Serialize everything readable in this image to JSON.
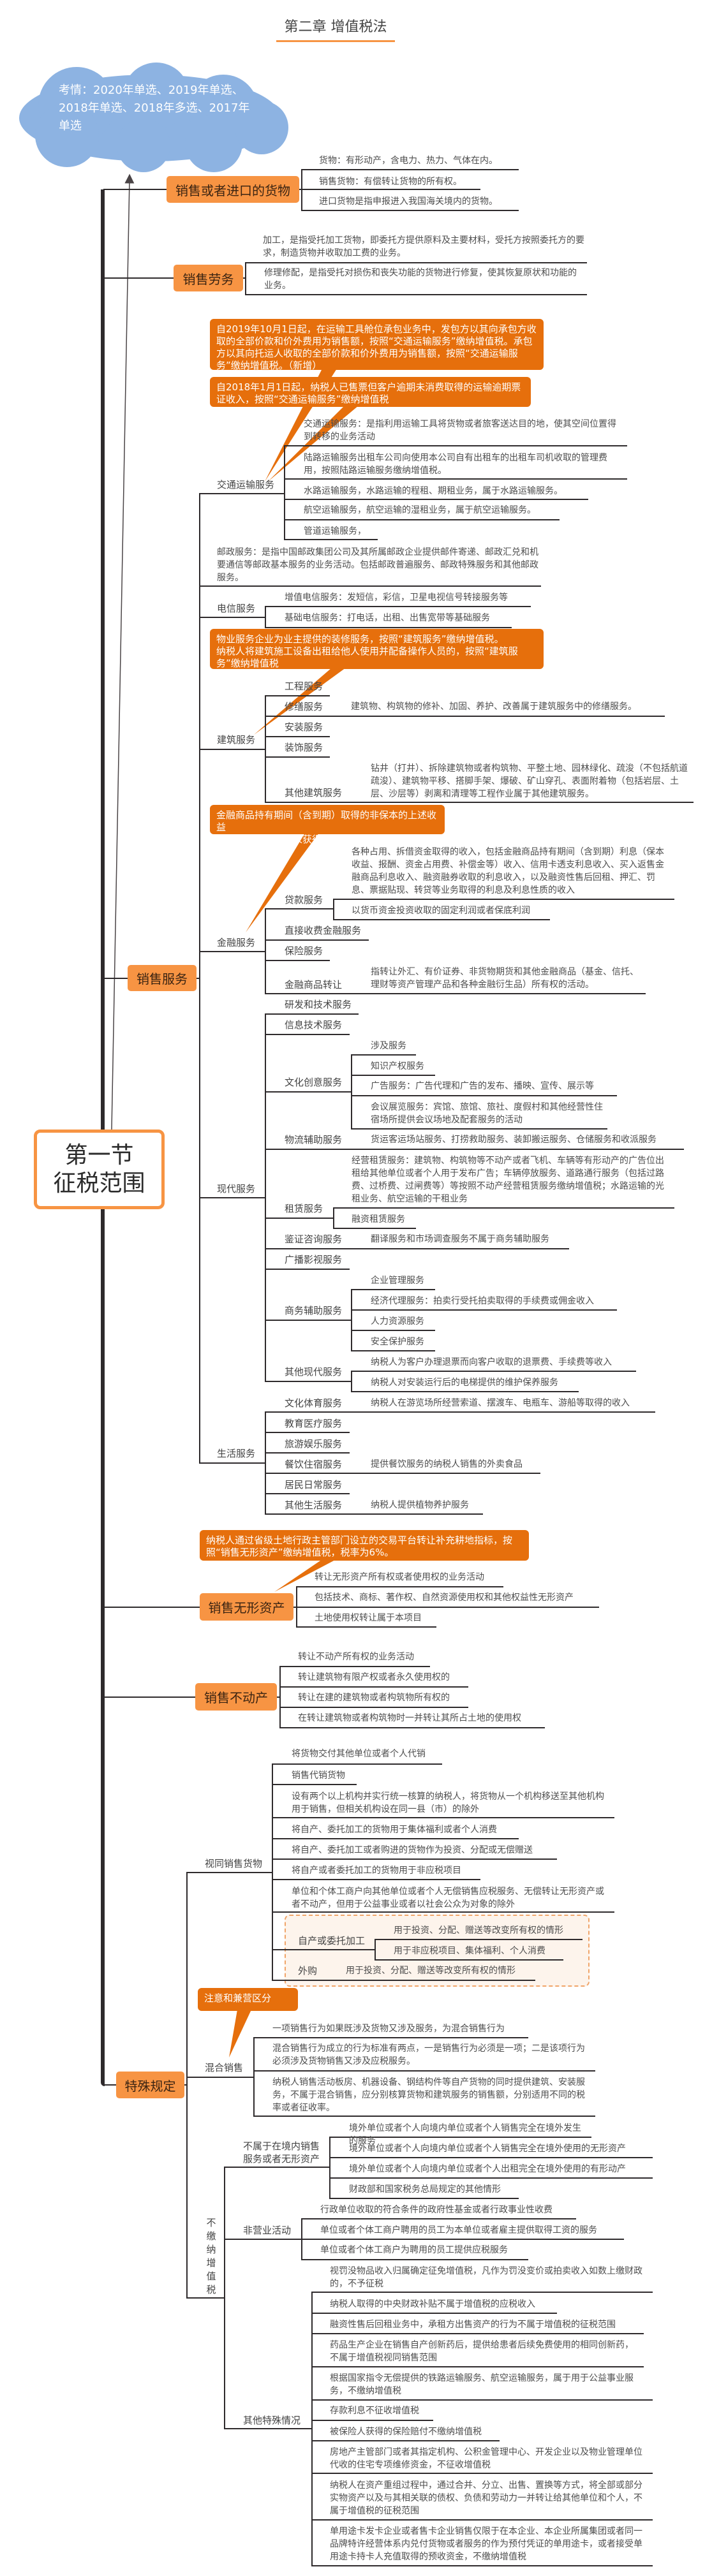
{
  "header": {
    "title": "第二章 增值税法"
  },
  "cloud": {
    "text": "考情：2020年单选、2019年单选、2018年单选、2018年多选、2017年单选"
  },
  "root": {
    "line1": "第一节",
    "line2": "征税范围"
  },
  "colors": {
    "node": "#f79443",
    "callout": "#e66f0c",
    "cloud": "#8db3e2",
    "line": "#2e2a2c"
  },
  "goods": {
    "label": "销售或者进口的货物",
    "items": [
      "货物：有形动产，含电力、热力、气体在内。",
      "销售货物：有偿转让货物的所有权。",
      "进口货物是指申报进入我国海关境内的货物。"
    ]
  },
  "labor": {
    "label": "销售劳务",
    "items": [
      "加工，是指受托加工货物，即委托方提供原料及主要材料，受托方按照委托方的要求，制造货物并收取加工费的业务。",
      "修理修配，是指受托对损伤和丧失功能的货物进行修复，使其恢复原状和功能的业务。"
    ]
  },
  "services": {
    "label": "销售服务",
    "notes": [
      "自2019年10月1日起，在运输工具舱位承包业务中，发包方以其向承包方收取的全部价款和价外费用为销售额，按照“交通运输服务”缴纳增值税。承包方以其向托运人收取的全部价款和价外费用为销售额，按照“交通运输服务”缴纳增值税。（新增）",
      "自2018年1月1日起，纳税人已售票但客户逾期未消费取得的运输逾期票证收入，按照“交通运输服务”缴纳增值税",
      "物业服务企业为业主提供的装修服务，按照“建筑服务”缴纳增值税。\n纳税人将建筑施工设备出租给他人使用并配备操作人员的，按照“建筑服务”缴纳增值税",
      "金融商品持有期间（含到期）取得的非保本的上述收益\n存款利息、被保险人获得的保险赔付，不征收增值税。"
    ],
    "transport": {
      "label": "交通运输服务",
      "items": [
        "交通运输服务：是指利用运输工具将货物或者旅客送达目的地，使其空间位置得到转移的业务活动",
        "陆路运输服务出租车公司向使用本公司自有出租车的出租车司机收取的管理费用，按照陆路运输服务缴纳增值税。",
        "水路运输服务，水路运输的程租、期租业务，属于水路运输服务。",
        "航空运输服务，航空运输的湿租业务，属于航空运输服务。",
        "管道运输服务，"
      ]
    },
    "postal": "邮政服务：是指中国邮政集团公司及其所属邮政企业提供邮件寄递、邮政汇兑和机要通信等邮政基本服务的业务活动。包括邮政普遍服务、邮政特殊服务和其他邮政服务。",
    "telecom": {
      "label": "电信服务",
      "items": [
        "增值电信服务：发短信，彩信，卫星电视信号转接服务等",
        "基础电信服务：打电话，出租、出售宽带等基础服务"
      ]
    },
    "construction": {
      "label": "建筑服务",
      "engineering": "工程服务",
      "repair": {
        "label": "修缮服务",
        "desc": "建筑物、构筑物的修补、加固、养护、改善属于建筑服务中的修缮服务。"
      },
      "install": "安装服务",
      "decoration": "装饰服务",
      "other": {
        "label": "其他建筑服务",
        "desc": "钻井（打井）、拆除建筑物或者构筑物、平整土地、园林绿化、疏浚（不包括航道疏浚）、建筑物平移、搭脚手架、爆破、矿山穿孔、表面附着物（包括岩层、土层、沙层等）剥离和清理等工程作业属于其他建筑服务。"
      }
    },
    "finance": {
      "label": "金融服务",
      "loan": {
        "label": "贷款服务",
        "items": [
          "各种占用、拆借资金取得的收入，包括金融商品持有期间（含到期）利息（保本收益、报酬、资金占用费、补偿金等）收入、信用卡透支利息收入、买入返售金融商品利息收入、融资融券收取的利息收入，以及融资性售后回租、押汇、罚息、票据贴现、转贷等业务取得的利息及利息性质的收入",
          "以货币资金投资收取的固定利润或者保底利润"
        ]
      },
      "direct": "直接收费金融服务",
      "insurance": "保险服务",
      "transfer": {
        "label": "金融商品转让",
        "desc": "指转让外汇、有价证券、非货物期货和其他金融商品（基金、信托、理财等资产管理产品和各种金融衍生品）所有权的活动。"
      }
    },
    "modern": {
      "label": "现代服务",
      "rd": "研发和技术服务",
      "it": "信息技术服务",
      "culture": {
        "label": "文化创意服务",
        "items": [
          "涉及服务",
          "知识产权服务",
          "广告服务：广告代理和广告的发布、播映、宣传、展示等",
          "会议展览服务：宾馆、旅馆、旅社、度假村和其他经营性住宿场所提供会议场地及配套服务的活动"
        ]
      },
      "logistics": {
        "label": "物流辅助服务",
        "desc": "货运客运场站服务、打捞救助服务、装卸搬运服务、仓储服务和收派服务"
      },
      "leasing": {
        "label": "租赁服务",
        "items": [
          "经营租赁服务：建筑物、构筑物等不动产或者飞机、车辆等有形动产的广告位出租给其他单位或者个人用于发布广告；车辆停放服务、道路通行服务（包括过路费、过桥费、过闸费等）等按照不动产经营租赁服务缴纳增值税；水路运输的光租业务、航空运输的干租业务",
          "融资租赁服务"
        ]
      },
      "consulting": {
        "label": "鉴证咨询服务",
        "desc": "翻译服务和市场调查服务不属于商务辅助服务"
      },
      "broadcast": "广播影视服务",
      "business": {
        "label": "商务辅助服务",
        "items": [
          "企业管理服务",
          "经济代理服务：拍卖行受托拍卖取得的手续费或佣金收入",
          "人力资源服务",
          "安全保护服务"
        ]
      },
      "other": {
        "label": "其他现代服务",
        "items": [
          "纳税人为客户办理退票而向客户收取的退票费、手续费等收入",
          "纳税人对安装运行后的电梯提供的维护保养服务"
        ]
      }
    },
    "life": {
      "label": "生活服务",
      "culture_sports": {
        "label": "文化体育服务",
        "desc": "纳税人在游览场所经营索道、摆渡车、电瓶车、游船等取得的收入"
      },
      "edu": "教育医疗服务",
      "travel": "旅游娱乐服务",
      "catering": {
        "label": "餐饮住宿服务",
        "desc": "提供餐饮服务的纳税人销售的外卖食品"
      },
      "resident": "居民日常服务",
      "other": {
        "label": "其他生活服务",
        "desc": "纳税人提供植物养护服务"
      }
    }
  },
  "intangible": {
    "label": "销售无形资产",
    "note": "纳税人通过省级土地行政主管部门设立的交易平台转让补充耕地指标，按照“销售无形资产”缴纳增值税，税率为6%。",
    "items": [
      "转让无形资产所有权或者使用权的业务活动",
      "包括技术、商标、著作权、自然资源使用权和其他权益性无形资产",
      "土地使用权转让属于本项目"
    ]
  },
  "realestate": {
    "label": "销售不动产",
    "items": [
      "转让不动产所有权的业务活动",
      "转让建筑物有限产权或者永久使用权的",
      "转让在建的建筑物或者构筑物所有权的",
      "在转让建筑物或者构筑物时一并转让其所占土地的使用权"
    ]
  },
  "special": {
    "label": "特殊规定",
    "deemed": {
      "label": "视同销售货物",
      "items": [
        "将货物交付其他单位或者个人代销",
        "销售代销货物",
        "设有两个以上机构并实行统一核算的纳税人，将货物从一个机构移送至其他机构用于销售，但相关机构设在同一县（市）的除外",
        "将自产、委托加工的货物用于集体福利或者个人消费",
        "将自产、委托加工或者购进的货物作为投资、分配或无偿赠送",
        "将自产或者委托加工的货物用于非应税项目",
        "单位和个体工商户向其他单位或者个人无偿销售应税服务、无偿转让无形资产或者不动产，但用于公益事业或者以社会公众为对象的除外"
      ],
      "selfmade": {
        "label": "自产或委托加工",
        "items": [
          "用于投资、分配、赠送等改变所有权的情形",
          "用于非应税项目、集体福利、个人消费"
        ]
      },
      "purchased": {
        "label": "外购",
        "desc": "用于投资、分配、赠送等改变所有权的情形"
      }
    },
    "mixed": {
      "note": "注意和兼营区分",
      "label": "混合销售",
      "items": [
        "一项销售行为如果既涉及货物又涉及服务，为混合销售行为",
        "混合销售行为成立的行为标准有两点，一是销售行为必须是一项；二是该项行为必须涉及货物销售又涉及应税服务。",
        "纳税人销售活动板房、机器设备、钢结构件等自产货物的同时提供建筑、安装服务，不属于混合销售，应分别核算货物和建筑服务的销售额，分别适用不同的税率或者征收率。"
      ]
    },
    "nontax": {
      "label": "不缴纳增值税",
      "overseas": {
        "label": "不属于在境内销售服务或者无形资产",
        "items": [
          "境外单位或者个人向境内单位或者个人销售完全在境外发生的服务",
          "境外单位或者个人向境内单位或者个人销售完全在境外使用的无形资产",
          "境外单位或者个人向境内单位或者个人出租完全在境外使用的有形动产",
          "财政部和国家税务总局规定的其他情形"
        ]
      },
      "nonbusiness": {
        "label": "非营业活动",
        "items": [
          "行政单位收取的符合条件的政府性基金或者行政事业性收费",
          "单位或者个体工商户聘用的员工为本单位或者雇主提供取得工资的服务",
          "单位或者个体工商户为聘用的员工提供应税服务"
        ]
      },
      "other": {
        "label": "其他特殊情况",
        "items": [
          "视罚没物品收入归属确定征免增值税，凡作为罚没变价或拍卖收入如数上缴财政的，不予征税",
          "纳税人取得的中央财政补贴不属于增值税的应税收入",
          "融资性售后回租业务中，承租方出售资产的行为不属于增值税的征税范围",
          "药品生产企业在销售自产创新药后，提供给患者后续免费使用的相同创新药，不属于增值税视同销售范围",
          "根据国家指令无偿提供的铁路运输服务、航空运输服务，属于用于公益事业服务，不缴纳增值税",
          "存款利息不征收增值税",
          "被保险人获得的保险赔付不缴纳增值税",
          "房地产主管部门或者其指定机构、公积金管理中心、开发企业以及物业管理单位代收的住宅专项维修资金，不征收增值税",
          "纳税人在资产重组过程中，通过合并、分立、出售、置换等方式，将全部或部分实物资产以及与其相关联的债权、负债和劳动力一并转让给其他单位和个人，不属于增值税的征税范围",
          "单用途卡发卡企业或者售卡企业销售仅限于在本企业、本企业所属集团或者同一品牌特许经营体系内兑付货物或者服务的作为预付凭证的单用途卡，或者接受单用途卡持卡人充值取得的预收资金，不缴纳增值税"
        ]
      }
    }
  }
}
